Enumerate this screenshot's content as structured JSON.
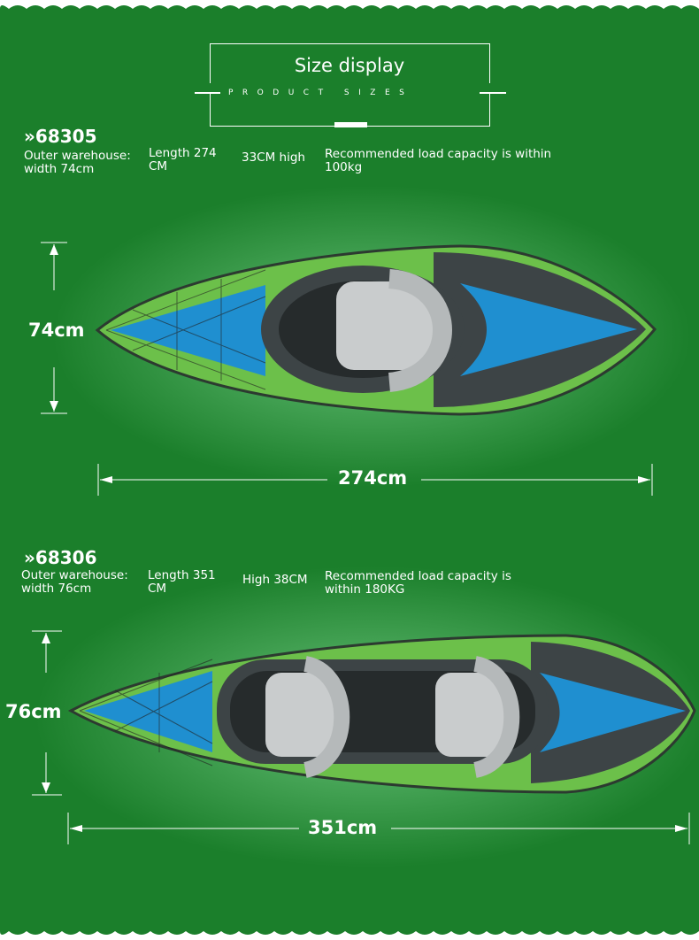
{
  "header": {
    "title": "Size display",
    "subtitle": "PRODUCT SIZES"
  },
  "products": [
    {
      "model": "68305",
      "width_line1": "Outer warehouse:",
      "width_line2": "width 74cm",
      "length_line1": "Length 274",
      "length_line2": "CM",
      "height": "33CM high",
      "load_line1": "Recommended load capacity is within",
      "load_line2": "100kg",
      "dim_width": "74cm",
      "dim_length": "274cm"
    },
    {
      "model": "68306",
      "width_line1": "Outer warehouse:",
      "width_line2": "width 76cm",
      "length_line1": "Length 351",
      "length_line2": "CM",
      "height": "High 38CM",
      "load_line1": "Recommended load capacity is",
      "load_line2": "within 180KG",
      "dim_width": "76cm",
      "dim_length": "351cm"
    }
  ],
  "colors": {
    "background": "#1b7f2b",
    "hull": "#6cc04a",
    "deck": "#3d4446",
    "blue": "#1f8fd0"
  }
}
